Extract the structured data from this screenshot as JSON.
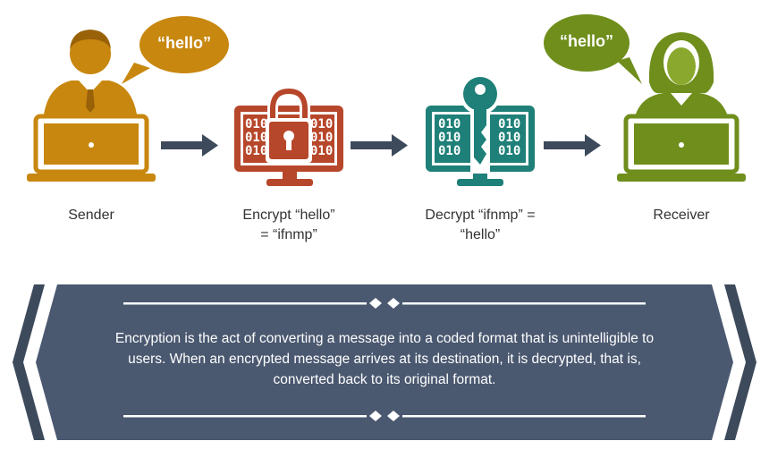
{
  "sender": {
    "speech": "“hello”",
    "label": "Sender"
  },
  "encrypt": {
    "label_line1": "Encrypt “hello”",
    "label_line2": "= “ifnmp”",
    "bits": "010\n010\n010"
  },
  "decrypt": {
    "label_line1": "Decrypt “ifnmp” =",
    "label_line2": "“hello”",
    "bits": "010\n010\n010"
  },
  "receiver": {
    "speech": "“hello”",
    "label": "Receiver"
  },
  "banner": {
    "text": "Encryption is the act of converting a message into a coded format that is unintelligible to users. When an encrypted message arrives at its destination, it is decrypted, that is, converted back to its original format."
  },
  "colors": {
    "sender": "#C8870F",
    "encrypt": "#B7472A",
    "decrypt": "#1E8078",
    "receiver": "#6F8E1C",
    "arrow": "#3D4A5C",
    "banner": "#4A5870"
  },
  "icons": {
    "sender": "person-with-laptop-icon",
    "encrypt": "monitor-with-padlock-icon",
    "decrypt": "monitor-with-key-icon",
    "receiver": "person-with-laptop-icon"
  }
}
